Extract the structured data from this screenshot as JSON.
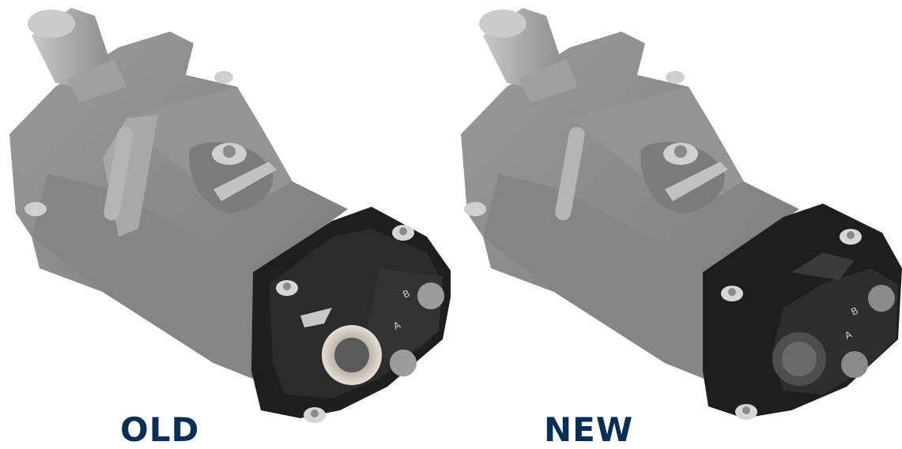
{
  "colors": {
    "caption": "#0a2f57",
    "housing": "#8c8c8c",
    "housing_dark": "#6e6e6e",
    "housing_light": "#a3a3a3",
    "shaft": "#b8b8b8",
    "cover": "#1e1e1e",
    "cover_edge": "#3a3a3a",
    "bolt": "#d6d6d6",
    "bore_light": "#e6dfd6"
  },
  "panels": [
    {
      "caption": "OLD",
      "icon": "hydraulic-pump-old-cover-image",
      "port_labels": [
        "B",
        "A"
      ]
    },
    {
      "caption": "NEW",
      "icon": "hydraulic-pump-new-cover-image",
      "port_labels": [
        "B",
        "A"
      ]
    }
  ]
}
